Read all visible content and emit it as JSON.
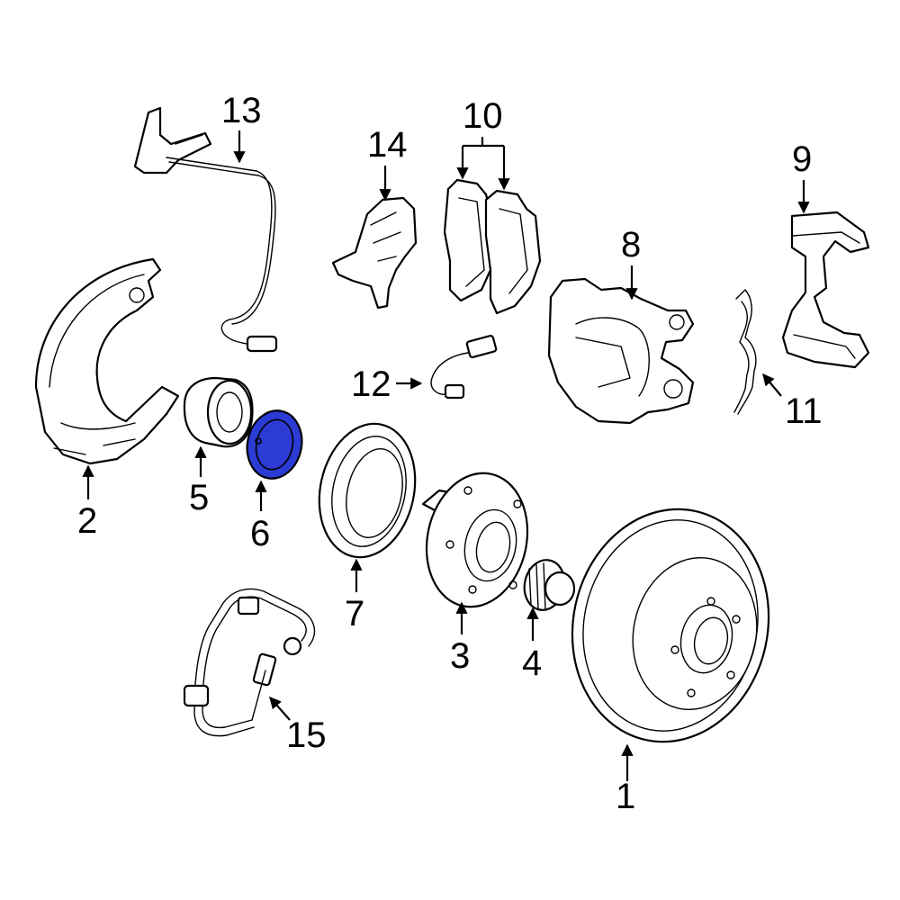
{
  "highlight_color": "#2b3bd4",
  "highlighted_part": "6",
  "callouts": [
    {
      "id": "c1",
      "label": "1"
    },
    {
      "id": "c2",
      "label": "2"
    },
    {
      "id": "c3",
      "label": "3"
    },
    {
      "id": "c4",
      "label": "4"
    },
    {
      "id": "c5",
      "label": "5"
    },
    {
      "id": "c6",
      "label": "6"
    },
    {
      "id": "c7",
      "label": "7"
    },
    {
      "id": "c8",
      "label": "8"
    },
    {
      "id": "c9",
      "label": "9"
    },
    {
      "id": "c10",
      "label": "10"
    },
    {
      "id": "c11",
      "label": "11"
    },
    {
      "id": "c12",
      "label": "12"
    },
    {
      "id": "c13",
      "label": "13"
    },
    {
      "id": "c14",
      "label": "14"
    },
    {
      "id": "c15",
      "label": "15"
    }
  ]
}
